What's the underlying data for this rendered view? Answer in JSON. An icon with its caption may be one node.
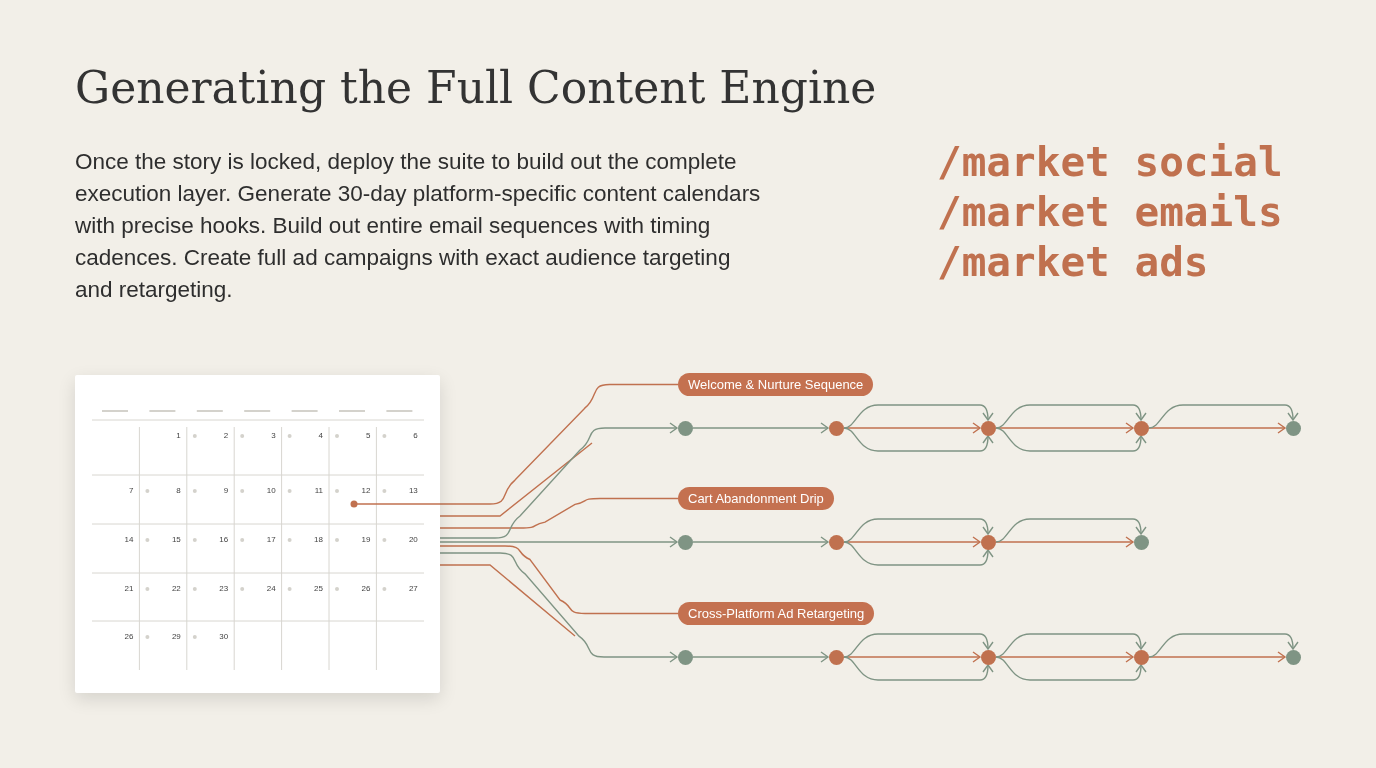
{
  "diagram": {
    "title": "Generating the Full Content Engine",
    "nodes": [
      {
        "text": [],
        "shape": "calendar"
      },
      {
        "text": [
          "Welcome & Nurture Sequence"
        ]
      },
      {
        "text": [
          "Cart Abandonment Drip"
        ]
      },
      {
        "text": [
          "Cross-Platform Ad Retargeting"
        ]
      },
      {
        "text": [],
        "shape": "circle"
      },
      {
        "text": [],
        "shape": "circle"
      },
      {
        "text": [],
        "shape": "circle"
      },
      {
        "text": [],
        "shape": "circle"
      },
      {
        "text": [],
        "shape": "circle"
      },
      {
        "text": [],
        "shape": "circle"
      },
      {
        "text": [],
        "shape": "circle"
      },
      {
        "text": [],
        "shape": "circle"
      },
      {
        "text": [],
        "shape": "circle"
      },
      {
        "text": [],
        "shape": "circle"
      },
      {
        "text": [],
        "shape": "circle"
      },
      {
        "text": [],
        "shape": "circle"
      },
      {
        "text": [],
        "shape": "circle"
      },
      {
        "text": [],
        "shape": "circle"
      }
    ],
    "edges": [
      {
        "from": 0,
        "to": 1,
        "arrow": "none",
        "color": "#c0714f"
      },
      {
        "from": 0,
        "to": null,
        "arrow": "none",
        "color": "#c0714f"
      },
      {
        "from": 0,
        "to": 2,
        "arrow": "none",
        "color": "#c0714f"
      },
      {
        "from": 0,
        "to": 4,
        "arrow": "to"
      },
      {
        "from": 0,
        "to": 9,
        "arrow": "to"
      },
      {
        "from": 0,
        "to": 3,
        "arrow": "none",
        "color": "#c0714f"
      },
      {
        "from": 0,
        "to": 13,
        "arrow": "to"
      },
      {
        "from": 0,
        "to": null,
        "arrow": "none",
        "color": "#c0714f"
      },
      {
        "from": 4,
        "to": 5,
        "arrow": "to"
      },
      {
        "from": 5,
        "to": 6,
        "arrow": "to",
        "color": "#c0714f"
      },
      {
        "from": 5,
        "to": 6,
        "arrow": "to"
      },
      {
        "from": 5,
        "to": 6,
        "arrow": "to"
      },
      {
        "from": 6,
        "to": 7,
        "arrow": "to",
        "color": "#c0714f"
      },
      {
        "from": 6,
        "to": 7,
        "arrow": "to"
      },
      {
        "from": 6,
        "to": 7,
        "arrow": "to"
      },
      {
        "from": 7,
        "to": 8,
        "arrow": "to",
        "color": "#c0714f"
      },
      {
        "from": 7,
        "to": 8,
        "arrow": "to"
      },
      {
        "from": 9,
        "to": 10,
        "arrow": "to"
      },
      {
        "from": 10,
        "to": 11,
        "arrow": "to",
        "color": "#c0714f"
      },
      {
        "from": 10,
        "to": 11,
        "arrow": "to"
      },
      {
        "from": 10,
        "to": 11,
        "arrow": "to"
      },
      {
        "from": 11,
        "to": 12,
        "arrow": "to",
        "color": "#c0714f"
      },
      {
        "from": 11,
        "to": 12,
        "arrow": "to"
      },
      {
        "from": 13,
        "to": 14,
        "arrow": "to"
      },
      {
        "from": 14,
        "to": 15,
        "arrow": "to",
        "color": "#c0714f"
      },
      {
        "from": 14,
        "to": 15,
        "arrow": "to"
      },
      {
        "from": 14,
        "to": 15,
        "arrow": "to"
      },
      {
        "from": 15,
        "to": 16,
        "arrow": "to",
        "color": "#c0714f"
      },
      {
        "from": 15,
        "to": 16,
        "arrow": "to"
      },
      {
        "from": 15,
        "to": 16,
        "arrow": "to"
      },
      {
        "from": 16,
        "to": 17,
        "arrow": "to",
        "color": "#c0714f"
      },
      {
        "from": 16,
        "to": 17,
        "arrow": "to"
      }
    ],
    "labels": [
      "Once the story is locked, deploy the suite to build out the complete execution layer. Generate 30-day platform-specific content calendars with precise hooks. Build out entire email sequences with timing cadences. Create full ad campaigns with exact audience targeting and retargeting.",
      "/market social",
      "/market emails",
      "/market ads",
      "1",
      "2",
      "3",
      "4",
      "5",
      "6",
      "7",
      "8",
      "9",
      "10",
      "11",
      "12",
      "13",
      "14",
      "15",
      "16",
      "17",
      "18",
      "19",
      "20",
      "21",
      "22",
      "23",
      "24",
      "25",
      "26",
      "27",
      "26",
      "29",
      "30"
    ]
  }
}
